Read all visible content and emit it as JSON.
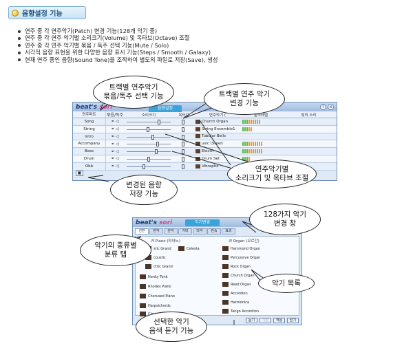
{
  "section": {
    "title": "음향설정 기능"
  },
  "bullets": [
    "연주 중 각 연주악기(Patch) 변경 기능(128개 악기 중)",
    "연주 중 각 연주 악기별 소리크기(Volume) 및 옥타브(Octave) 조절",
    "연주 중 각 연주 악기별 묶음 / 독주 선택 기능(Mute / Solo)",
    "시각적 음향 표현을 위한 다양한 음향 표시 기능(Steps / Smooth / Galaxy)",
    "현재 연주 중인 음향(Sound Tone)을 조작하여 별도의 파일로 저장(Save), 생성"
  ],
  "mixer": {
    "logo_a": "beat's",
    "logo_b": "sori",
    "tab": "음향설정",
    "controls": [
      "?",
      "x"
    ],
    "headers": [
      "연주파트",
      "묶음/독주",
      "소리크기",
      "옥타브",
      "연주악기 (",
      "출력레벨",
      "빛의 소리"
    ],
    "rows": [
      {
        "part": "Song",
        "instrument": "Church Organ",
        "vol": 0.78
      },
      {
        "part": "String",
        "instrument": "String Ensemble1",
        "vol": 0.5
      },
      {
        "part": "Intro",
        "instrument": "Tubular Bells",
        "vol": 0.62
      },
      {
        "part": "Accompany",
        "instrument": "usic (Steel)",
        "vol": 0.74
      },
      {
        "part": "Bass",
        "instrument": "Electri",
        "vol": 0.7
      },
      {
        "part": "Drum",
        "instrument": "Drum Set",
        "vol": 0.52
      },
      {
        "part": "Obb",
        "instrument": "Vibrapho",
        "vol": 0.4
      }
    ]
  },
  "picker": {
    "logo_a": "beat's",
    "logo_b": "sori",
    "title": "악기변경",
    "tabs": [
      "건반",
      "현악",
      "관악",
      "기타",
      "타악",
      "민속",
      "효과"
    ],
    "group_left": "♬ Piano (피아노)",
    "group_right": "♬ Organ (오르간)",
    "left_items": [
      "stic Grand",
      "Celesta",
      "coustic",
      "ctric Grand",
      "Honky Tonk",
      "Rhodes Piano",
      "Chorused Piano",
      "Harpsichords",
      "Clavier"
    ],
    "right_items": [
      "Hammond Organ",
      "Percussive Organ",
      "Rock Organ",
      "Church Organ",
      "Reed Organ",
      "Accordion",
      "Harmonica",
      "Tango Accordion"
    ],
    "buttons": [
      "듣기",
      "기본",
      "적용",
      "닫기"
    ]
  },
  "callouts": {
    "mute_solo": "트랙별 연주악기\n묶음/독주 선택 기능",
    "patch": "트랙별 연주 악기\n변경 기능",
    "save": "변경된 음향\n저장 기능",
    "volume": "연주악기별\n소리크기 및 옥타브 조절",
    "patches128": "128가지 악기\n변경 창",
    "categories": "악기의 종류별\n분류 탭",
    "list": "악기 목록",
    "preview": "선택한 악기\n음색 듣기 기능"
  }
}
